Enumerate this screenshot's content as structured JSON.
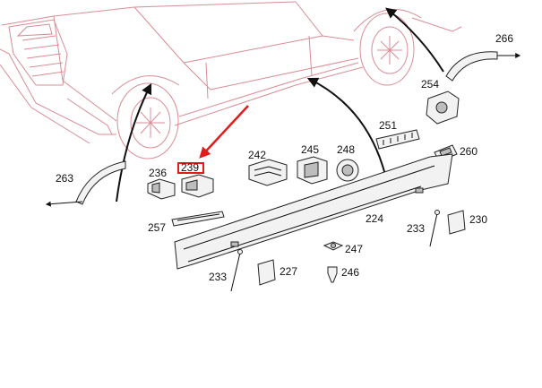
{
  "part_labels": {
    "p224": "224",
    "p227": "227",
    "p230": "230",
    "p233a": "233",
    "p233b": "233",
    "p236": "236",
    "p239": "239",
    "p242": "242",
    "p245": "245",
    "p246": "246",
    "p247": "247",
    "p248": "248",
    "p251": "251",
    "p254": "254",
    "p257": "257",
    "p260": "260",
    "p263": "263",
    "p266": "266"
  },
  "highlight": {
    "part": "239",
    "color": "#e31b1b"
  }
}
